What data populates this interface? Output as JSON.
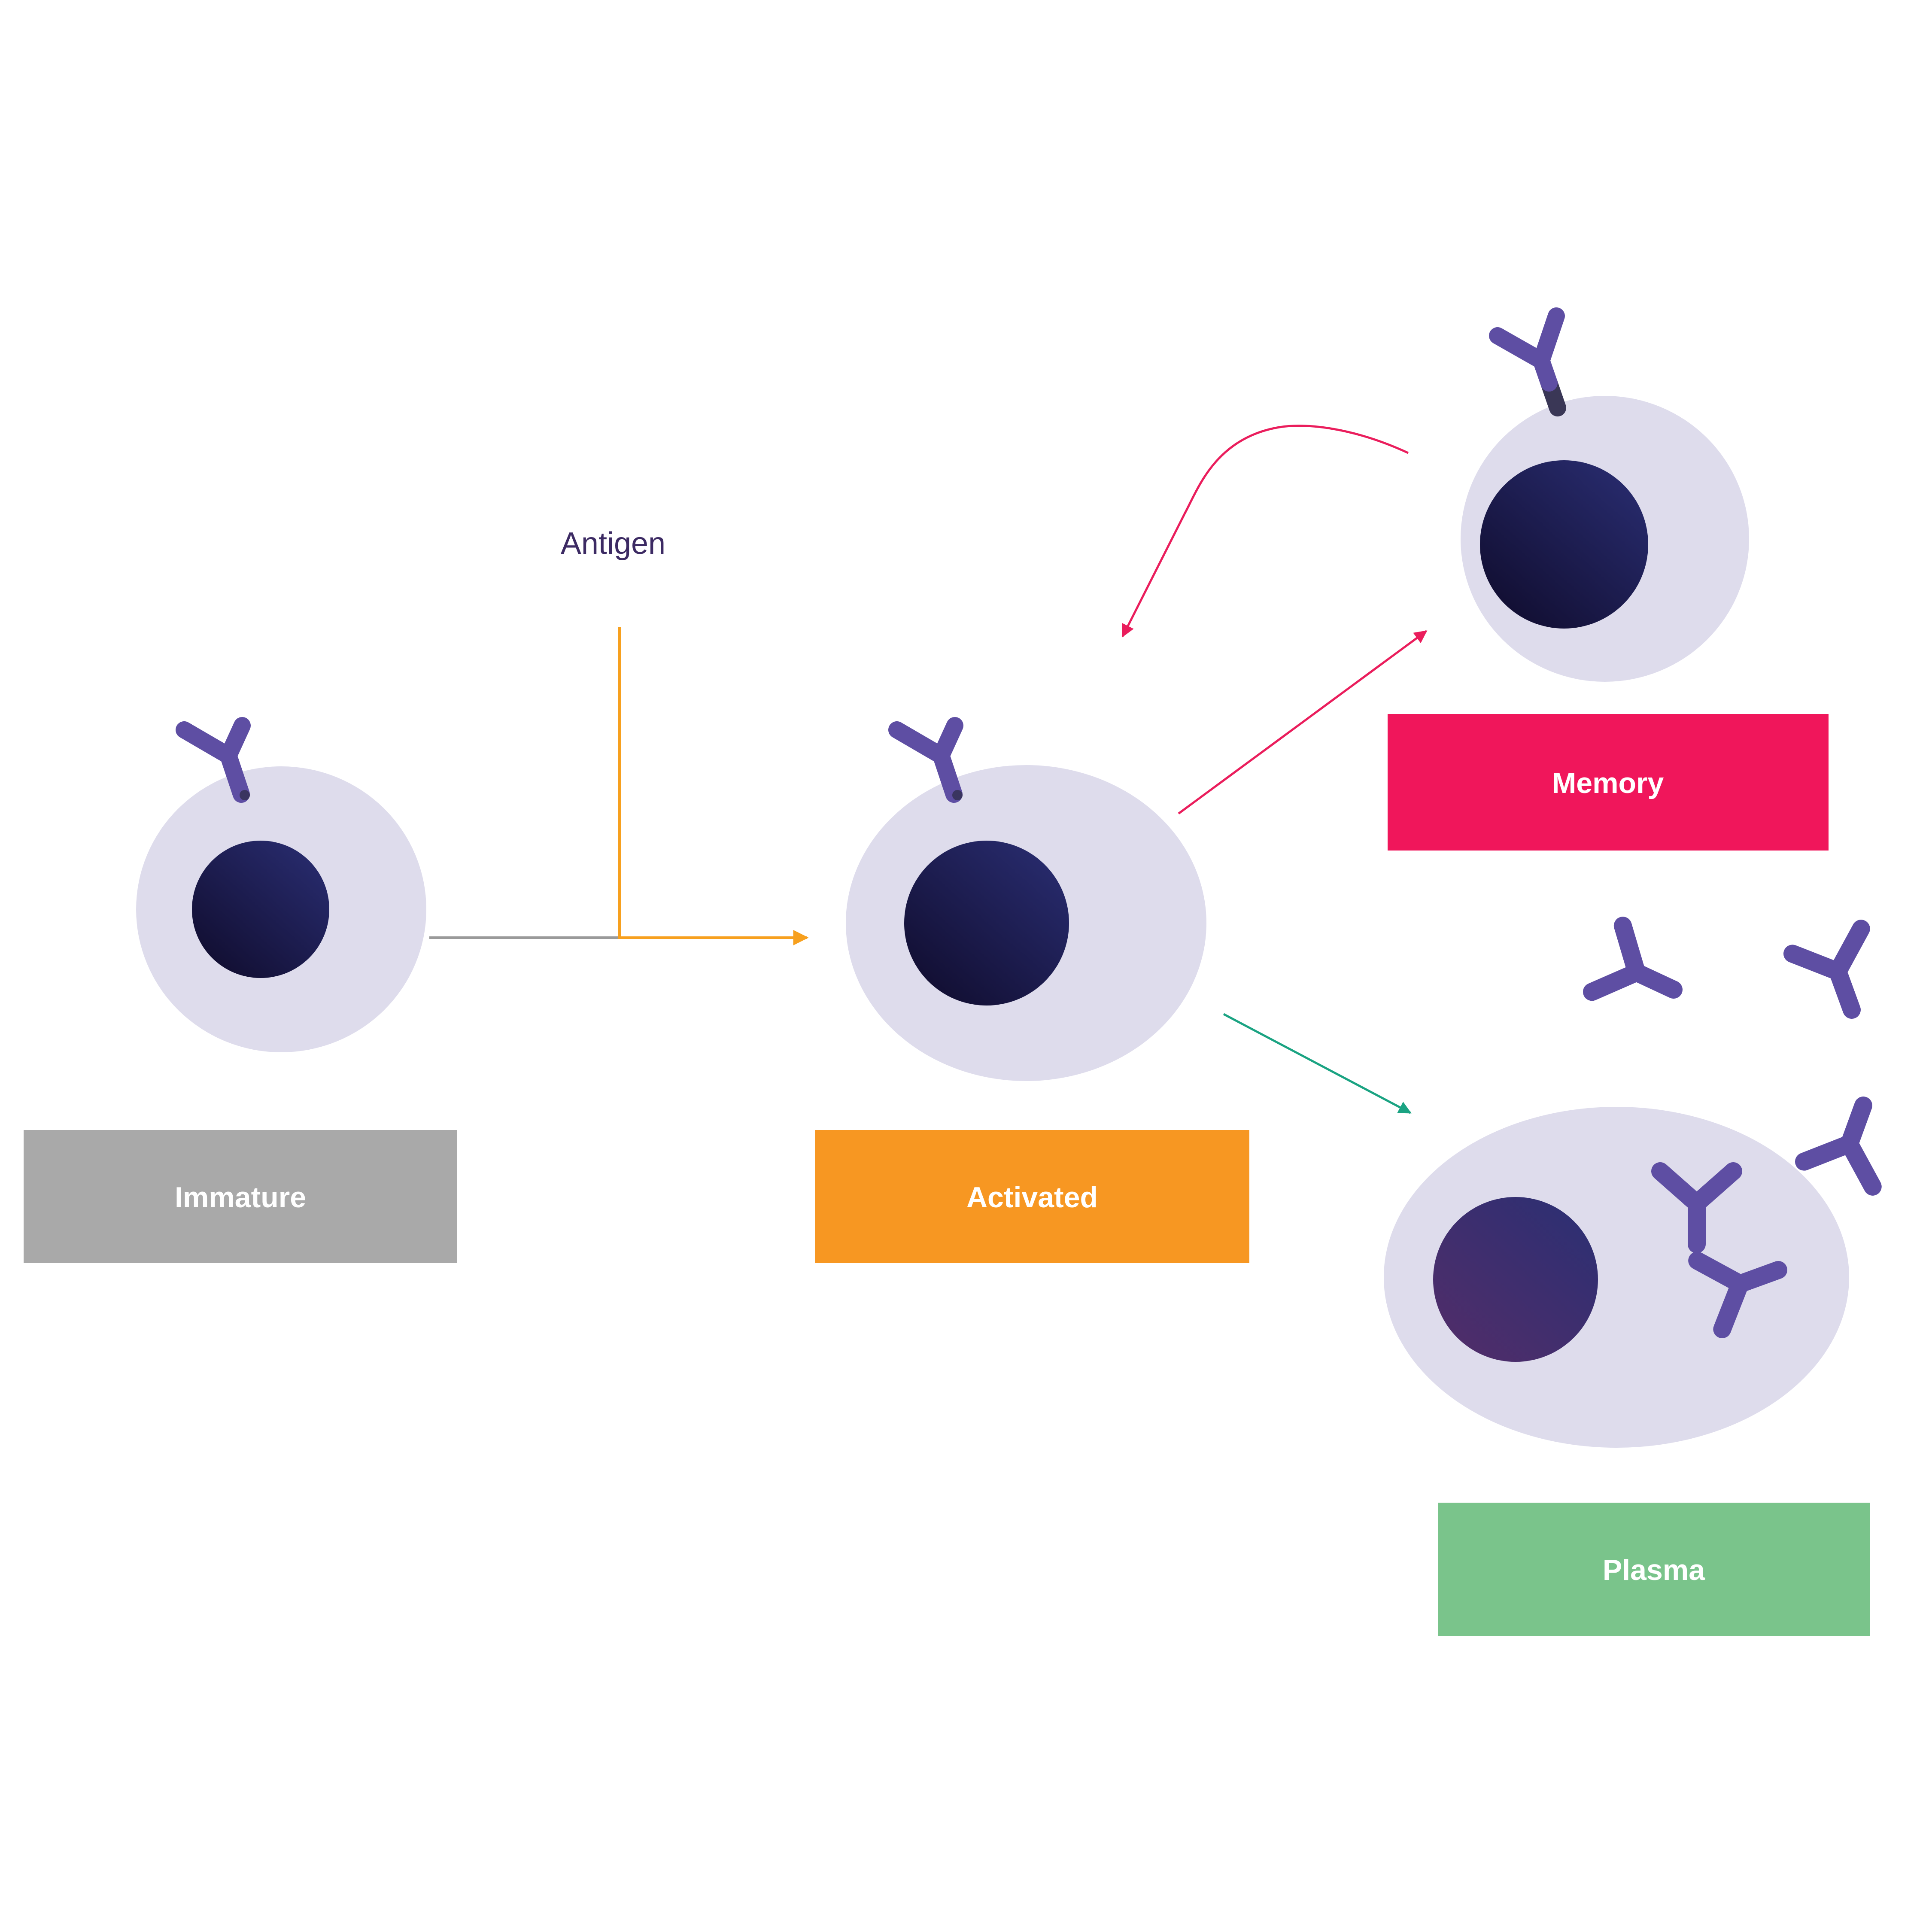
{
  "diagram": {
    "antigen_label": "Antigen",
    "stages": {
      "immature": "Immature",
      "activated": "Activated",
      "memory": "Memory",
      "plasma": "Plasma"
    },
    "colors": {
      "cell_body": "#dedcec",
      "nucleus_dark": "#1c1e4e",
      "nucleus_plasma": "#3d2f6e",
      "antibody": "#5e4ea3",
      "immature_box": "#a9a9a9",
      "activated_box": "#f79722",
      "memory_box": "#f0165b",
      "plasma_box": "#7ac48b",
      "antigen_text": "#3c2a63",
      "immature_arrow": "#9a9a9a",
      "antigen_arrow": "#f7a01e",
      "memory_arrow": "#ea1d5c",
      "plasma_arrow": "#1aa382",
      "box_text": "#ffffff"
    }
  }
}
